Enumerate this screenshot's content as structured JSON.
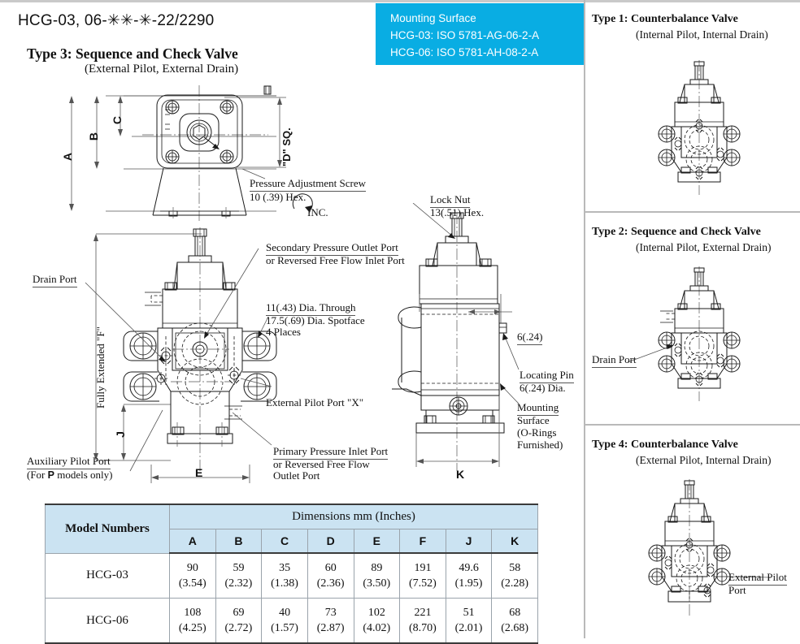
{
  "header": {
    "model_code": "HCG-03, 06-✳✳-✳-22/2290",
    "type_title": "Type 3: Sequence and Check Valve",
    "type_subtitle": "(External Pilot, External Drain)"
  },
  "mounting_surface": {
    "title": "Mounting Surface",
    "line1": "HCG-03: ISO 5781-AG-06-2-A",
    "line2": "HCG-06: ISO 5781-AH-08-2-A"
  },
  "top_view": {
    "dim_a": "A",
    "dim_b": "B",
    "dim_c": "C",
    "dim_d": "\"D\" SQ.",
    "callout_screw_l1": "Pressure Adjustment Screw",
    "callout_screw_l2": "10 (.39) Hex.",
    "callout_inc": "INC."
  },
  "front_view": {
    "drain_port": "Drain Port",
    "fully_extended": "Fully Extended \"F\"",
    "dim_j": "J",
    "dim_e": "E",
    "aux_pilot_l1": "Auxiliary Pilot Port",
    "aux_pilot_l2_pre": "(For ",
    "aux_pilot_l2_bold": "P",
    "aux_pilot_l2_post": " models only)",
    "secondary_l1": "Secondary Pressure Outlet Port",
    "secondary_l2": "or Reversed Free Flow Inlet Port",
    "hole_l1": "11(.43) Dia. Through",
    "hole_l2": "17.5(.69) Dia. Spotface",
    "hole_l3": "4 Places",
    "ext_pilot_x": "External Pilot Port \"X\"",
    "primary_l1": "Primary Pressure Inlet Port",
    "primary_l2": "or Reversed Free Flow",
    "primary_l3": "Outlet Port"
  },
  "side_view": {
    "lock_nut_l1": "Lock Nut",
    "lock_nut_l2": "13(.51) Hex.",
    "dim_6_24": "6(.24)",
    "locating_pin_l1": "Locating Pin",
    "locating_pin_l2": "6(.24) Dia.",
    "mounting_l1": "Mounting",
    "mounting_l2": "Surface",
    "mounting_l3": "(O-Rings",
    "mounting_l4": "Furnished)",
    "dim_k": "K"
  },
  "table": {
    "model_header": "Model Numbers",
    "dimensions_header": "Dimensions mm (Inches)",
    "columns": [
      "A",
      "B",
      "C",
      "D",
      "E",
      "F",
      "J",
      "K"
    ],
    "rows": [
      {
        "model": "HCG-03",
        "mm": [
          "90",
          "59",
          "35",
          "60",
          "89",
          "191",
          "49.6",
          "58"
        ],
        "in": [
          "(3.54)",
          "(2.32)",
          "(1.38)",
          "(2.36)",
          "(3.50)",
          "(7.52)",
          "(1.95)",
          "(2.28)"
        ]
      },
      {
        "model": "HCG-06",
        "mm": [
          "108",
          "69",
          "40",
          "73",
          "102",
          "221",
          "51",
          "68"
        ],
        "in": [
          "(4.25)",
          "(2.72)",
          "(1.57)",
          "(2.87)",
          "(4.02)",
          "(8.70)",
          "(2.01)",
          "(2.68)"
        ]
      }
    ]
  },
  "variants": [
    {
      "title": "Type 1: Counterbalance Valve",
      "subtitle": "(Internal Pilot, Internal Drain)",
      "callout": "",
      "callout2": ""
    },
    {
      "title": "Type 2: Sequence and Check Valve",
      "subtitle": "(Internal Pilot, External Drain)",
      "callout": "Drain Port",
      "callout2": ""
    },
    {
      "title": "Type 4: Counterbalance Valve",
      "subtitle": "(External Pilot, Internal Drain)",
      "callout": "External Pilot",
      "callout2": "Port"
    }
  ],
  "colors": {
    "accent_blue": "#09ADE3",
    "table_header_blue": "#CBE3F2",
    "line": "#1a1a1a"
  }
}
